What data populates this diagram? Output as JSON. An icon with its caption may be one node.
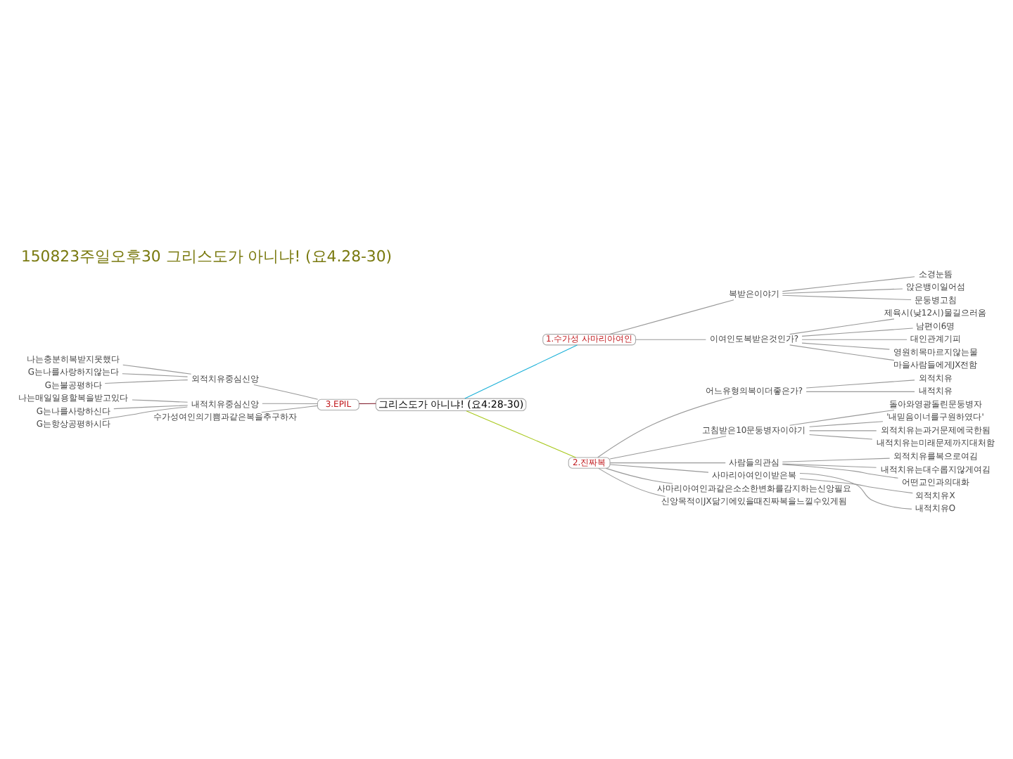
{
  "diagram": {
    "title": "150823주일오후30 그리스도가 아니냐! (요4.28-30)",
    "nodes": [
      {
        "text": [
          "그리스도가 아니냐! (요4:28-30)"
        ]
      },
      {
        "text": [
          "1.수가성 사마리아여인"
        ]
      },
      {
        "text": [
          "복받은이야기"
        ]
      },
      {
        "text": [
          "소경눈뜸"
        ]
      },
      {
        "text": [
          "앉은뱅이일어섬"
        ]
      },
      {
        "text": [
          "문둥병고침"
        ]
      },
      {
        "text": [
          "이여인도복받은것인가?"
        ]
      },
      {
        "text": [
          "제육시(낮12시)물길으러옴"
        ]
      },
      {
        "text": [
          "남편이6명"
        ]
      },
      {
        "text": [
          "대인관계기피"
        ]
      },
      {
        "text": [
          "영원히목마르지않는물"
        ]
      },
      {
        "text": [
          "마을사람들에게JX전함"
        ]
      },
      {
        "text": [
          "2.진짜복"
        ]
      },
      {
        "text": [
          "어느유형의복이더좋은가?"
        ]
      },
      {
        "text": [
          "외적치유"
        ]
      },
      {
        "text": [
          "내적치유"
        ]
      },
      {
        "text": [
          "고침받은10문둥병자이야기"
        ]
      },
      {
        "text": [
          "돌아와영광돌린문둥병자"
        ]
      },
      {
        "text": [
          "'내믿음이너를구원하였다'"
        ]
      },
      {
        "text": [
          "외적치유는과거문제에국한됨"
        ]
      },
      {
        "text": [
          "내적치유는미래문제까지대처함"
        ]
      },
      {
        "text": [
          "사람들의관심"
        ]
      },
      {
        "text": [
          "외적치유를복으로여김"
        ]
      },
      {
        "text": [
          "내적치유는대수롭지않게여김"
        ]
      },
      {
        "text": [
          "어떤교인과의대화"
        ]
      },
      {
        "text": [
          "사마리아여인이받은복"
        ]
      },
      {
        "text": [
          "외적치유X"
        ]
      },
      {
        "text": [
          "내적치유O"
        ]
      },
      {
        "text": [
          "사마리아여인과같은소소한변화를감지하는신앙필요"
        ]
      },
      {
        "text": [
          "신앙목적이JX닮기에있을때진짜복을느낄수있게됨"
        ]
      },
      {
        "text": [
          "3.EPIL"
        ]
      },
      {
        "text": [
          "외적치유중심신앙"
        ]
      },
      {
        "text": [
          "나는충분히복받지못했다"
        ]
      },
      {
        "text": [
          "G는나를사랑하지않는다"
        ]
      },
      {
        "text": [
          "G는불공평하다"
        ]
      },
      {
        "text": [
          "내적치유중심신앙"
        ]
      },
      {
        "text": [
          "나는매일일용할복을받고있다"
        ]
      },
      {
        "text": [
          "G는나를사랑하신다"
        ]
      },
      {
        "text": [
          "G는항상공평하시다"
        ]
      },
      {
        "text": [
          "수가성여인의기쁨과같은복을추구하자"
        ]
      }
    ],
    "edges": [
      {
        "from": 0,
        "to": 1,
        "arrow": "none",
        "color": "#1ab0d8"
      },
      {
        "from": 1,
        "to": 2,
        "arrow": "none"
      },
      {
        "from": 2,
        "to": 3,
        "arrow": "none"
      },
      {
        "from": 2,
        "to": 4,
        "arrow": "none"
      },
      {
        "from": 2,
        "to": 5,
        "arrow": "none"
      },
      {
        "from": 1,
        "to": 6,
        "arrow": "none"
      },
      {
        "from": 6,
        "to": 7,
        "arrow": "none"
      },
      {
        "from": 6,
        "to": 8,
        "arrow": "none"
      },
      {
        "from": 6,
        "to": 9,
        "arrow": "none"
      },
      {
        "from": 6,
        "to": 10,
        "arrow": "none"
      },
      {
        "from": 6,
        "to": 11,
        "arrow": "none"
      },
      {
        "from": 0,
        "to": 12,
        "arrow": "none",
        "color": "#a8c81c"
      },
      {
        "from": 12,
        "to": 13,
        "arrow": "none"
      },
      {
        "from": 13,
        "to": 14,
        "arrow": "none"
      },
      {
        "from": 13,
        "to": 15,
        "arrow": "none"
      },
      {
        "from": 12,
        "to": 16,
        "arrow": "none"
      },
      {
        "from": 16,
        "to": 17,
        "arrow": "none"
      },
      {
        "from": 16,
        "to": 18,
        "arrow": "none"
      },
      {
        "from": 16,
        "to": 19,
        "arrow": "none"
      },
      {
        "from": 16,
        "to": 20,
        "arrow": "none"
      },
      {
        "from": 12,
        "to": 21,
        "arrow": "none"
      },
      {
        "from": 21,
        "to": 22,
        "arrow": "none"
      },
      {
        "from": 21,
        "to": 23,
        "arrow": "none"
      },
      {
        "from": 21,
        "to": 24,
        "arrow": "none"
      },
      {
        "from": 12,
        "to": 25,
        "arrow": "none"
      },
      {
        "from": 25,
        "to": 26,
        "arrow": "none"
      },
      {
        "from": 25,
        "to": 27,
        "arrow": "none"
      },
      {
        "from": 12,
        "to": 28,
        "arrow": "none"
      },
      {
        "from": 12,
        "to": 29,
        "arrow": "none"
      },
      {
        "from": 0,
        "to": 30,
        "arrow": "none",
        "color": "#7a1020"
      },
      {
        "from": 30,
        "to": 31,
        "arrow": "none"
      },
      {
        "from": 31,
        "to": 32,
        "arrow": "none"
      },
      {
        "from": 31,
        "to": 33,
        "arrow": "none"
      },
      {
        "from": 31,
        "to": 34,
        "arrow": "none"
      },
      {
        "from": 30,
        "to": 35,
        "arrow": "none"
      },
      {
        "from": 35,
        "to": 36,
        "arrow": "none"
      },
      {
        "from": 35,
        "to": 37,
        "arrow": "none"
      },
      {
        "from": 35,
        "to": 38,
        "arrow": "none"
      },
      {
        "from": 30,
        "to": 39,
        "arrow": "none"
      }
    ]
  }
}
